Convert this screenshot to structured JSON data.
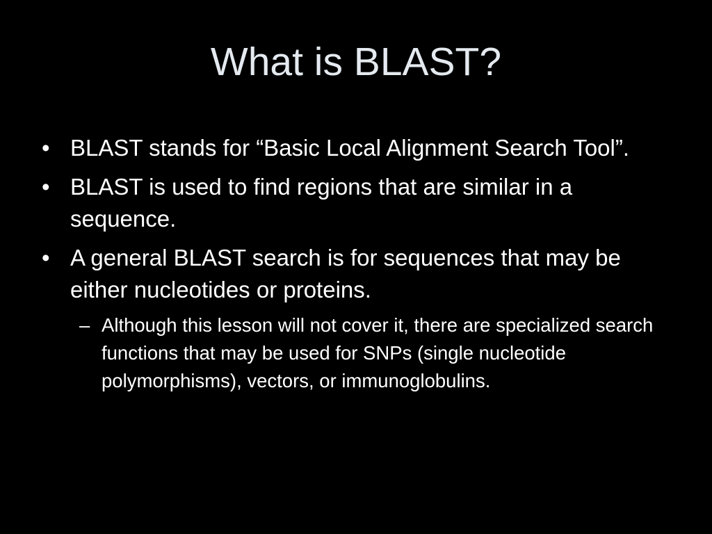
{
  "slide": {
    "title": "What is BLAST?",
    "background_color": "#000000",
    "title_color": "#e4eaef",
    "text_color": "#ffffff",
    "bullets": [
      {
        "marker": "•",
        "text": "BLAST stands for “Basic Local Alignment Search Tool”."
      },
      {
        "marker": "•",
        "text": "BLAST is used to find regions that are similar in a sequence."
      },
      {
        "marker": "•",
        "text": "A general BLAST search is for sequences that may be either nucleotides or proteins."
      }
    ],
    "sub_bullets": [
      {
        "marker": "–",
        "text": "Although this lesson will not cover it, there are specialized search functions that may be used for SNPs (single nucleotide polymorphisms), vectors, or immunoglobulins."
      }
    ]
  }
}
